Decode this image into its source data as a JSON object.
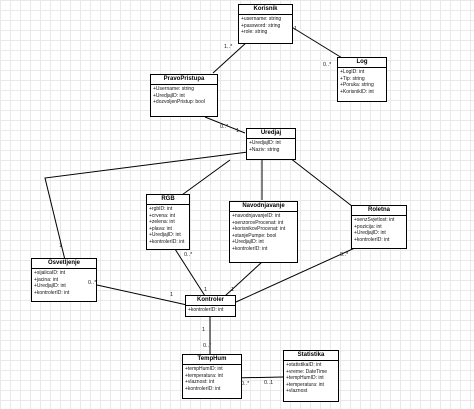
{
  "classes": {
    "korisnik": {
      "name": "Korisnik",
      "attributes": [
        "+username: string",
        "+password: string",
        "+role: string"
      ]
    },
    "log": {
      "name": "Log",
      "attributes": [
        "+LogID: int",
        "+Tip: string",
        "+Poruka: string",
        "+KorisnikID: int"
      ]
    },
    "pravopristupa": {
      "name": "PravoPristupa",
      "attributes": [
        "+Username: string",
        "+UredjajID: int",
        "+dozvoljenPristup: bool"
      ]
    },
    "uredjaj": {
      "name": "Uredjaj",
      "attributes": [
        "+UredjajID: int",
        "+Naziv: string"
      ]
    },
    "rgb": {
      "name": "RGB",
      "attributes": [
        "+rgbID: int",
        "+crvena: int",
        "+zelena: int",
        "+plava: int",
        "+UredjajID: int",
        "+kontrolerID: int"
      ]
    },
    "navodnjavanje": {
      "name": "Navodnjavanje",
      "attributes": [
        "+navodnjavanjeID: int",
        "+senzorovProcenat: int",
        "+korisnikovProcenat: int",
        "+stanjePumpe: bool",
        "+UredjajID: int",
        "+kontrolerID: int"
      ]
    },
    "roletna": {
      "name": "Roletna",
      "attributes": [
        "+senzSvjetlost: int",
        "+pozicija: int",
        "+UredjajID: int",
        "+kontrolerID: int"
      ]
    },
    "osvetljenje": {
      "name": "Osvetljenje",
      "attributes": [
        "+sijalicaID: int",
        "+jacina: int",
        "+UredjajID: int",
        "+kontrolerID: int"
      ]
    },
    "kontroler": {
      "name": "Kontroler",
      "attributes": [
        "+kontrolerID: int"
      ]
    },
    "temphum": {
      "name": "TempHum",
      "attributes": [
        "+tempHumID: int",
        "+temperatura: int",
        "+vlaznost: int",
        "+kontrolerID: int"
      ]
    },
    "statistika": {
      "name": "Statistika",
      "attributes": [
        "+statistikaID: int",
        "+vreme: DateTime",
        "+tempHumID: int",
        "+temperatura: int",
        "+vlaznost"
      ]
    }
  },
  "multiplicities": {
    "k_pp": "1..*",
    "k_log": "1",
    "log_k": "0..*",
    "pp_ured": "0..*",
    "ured_pp": "1",
    "osv_ured": "1",
    "rgb_kon": "0..*",
    "osv_kon": "0..*",
    "kon_osv": "1",
    "rol_kon": "0..*",
    "kon_left": "1",
    "kon_right": "1",
    "kon_temp": "1",
    "temp_kon": "0..*",
    "temp_stat": "0..*",
    "stat_temp": "0..1"
  }
}
